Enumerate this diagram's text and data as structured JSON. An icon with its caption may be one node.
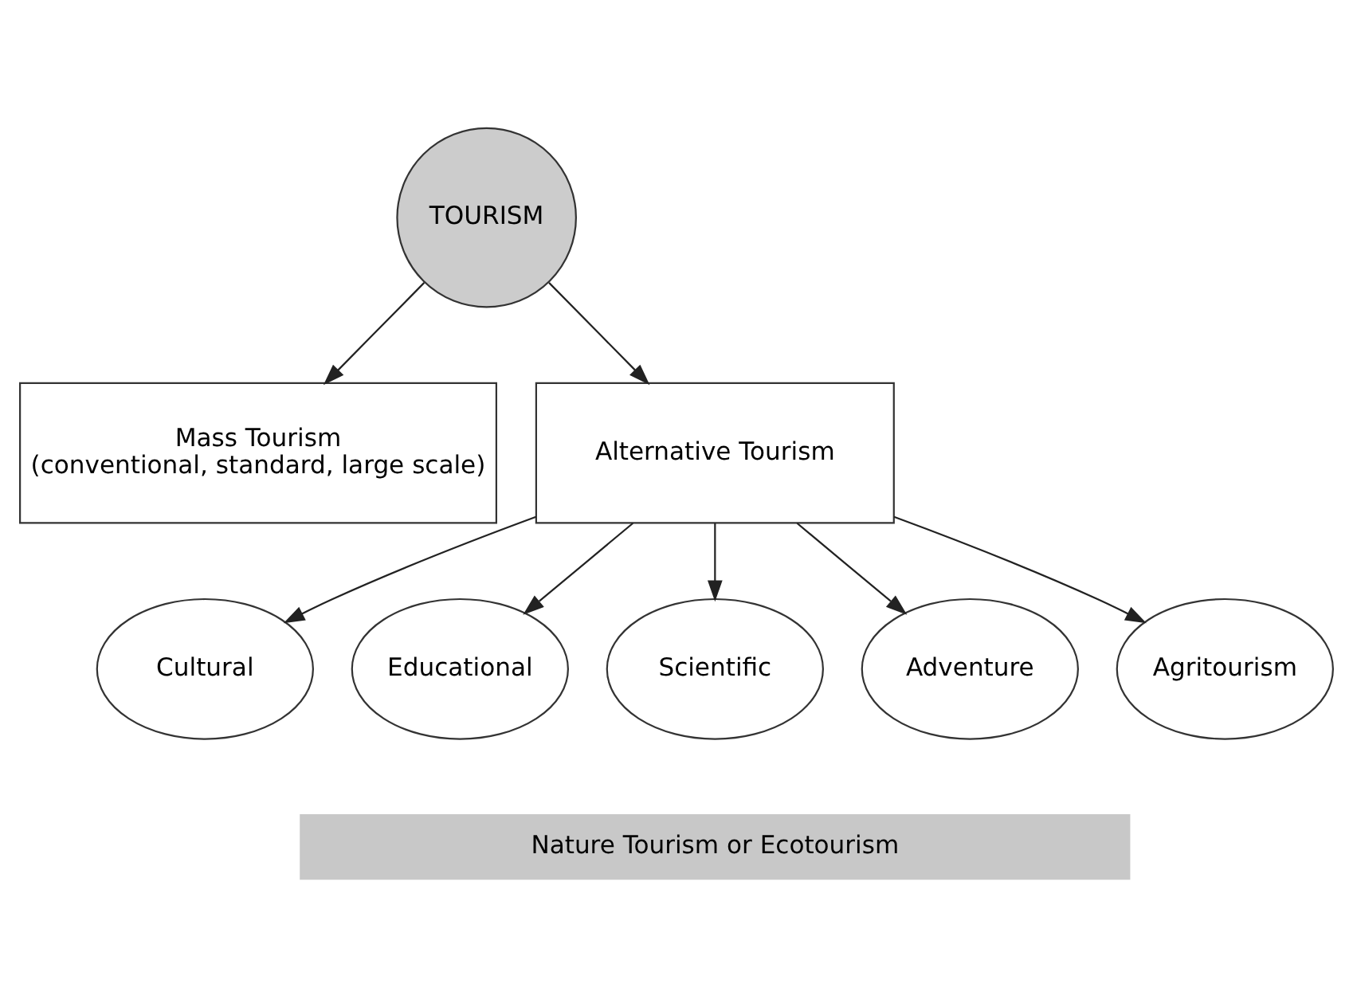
{
  "diagram": {
    "nodes": [
      {
        "text": [
          "TOURISM"
        ]
      },
      {
        "text": [
          "Mass Tourism",
          "(conventional, standard, large scale)"
        ]
      },
      {
        "text": [
          "Alternative Tourism"
        ]
      },
      {
        "text": [
          "Cultural"
        ]
      },
      {
        "text": [
          "Educational"
        ]
      },
      {
        "text": [
          "Scientific"
        ]
      },
      {
        "text": [
          "Adventure"
        ]
      },
      {
        "text": [
          "Agritourism"
        ]
      },
      {
        "text": [
          "Nature Tourism or Ecotourism"
        ]
      }
    ],
    "edges": [
      {
        "from": 0,
        "to": 1,
        "arrow": "to"
      },
      {
        "from": 0,
        "to": 2,
        "arrow": "to"
      },
      {
        "from": 2,
        "to": 3,
        "arrow": "to"
      },
      {
        "from": 2,
        "to": 4,
        "arrow": "to"
      },
      {
        "from": 2,
        "to": 5,
        "arrow": "to"
      },
      {
        "from": 2,
        "to": 6,
        "arrow": "to"
      },
      {
        "from": 2,
        "to": 7,
        "arrow": "to"
      }
    ]
  }
}
